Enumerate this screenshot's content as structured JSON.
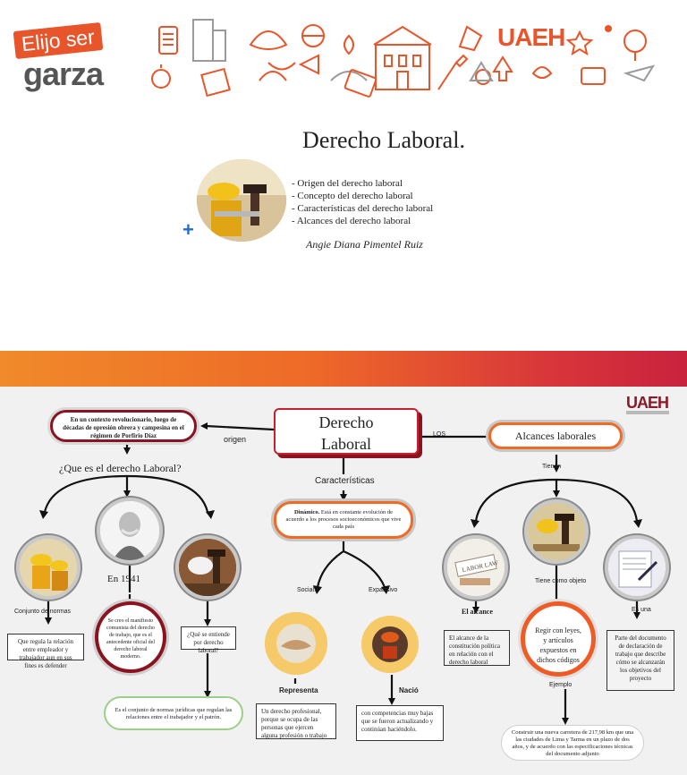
{
  "header": {
    "brand_line1": "Elijo ser",
    "brand_line2": "garza",
    "university_logo": "UAEH"
  },
  "cover": {
    "title": "Derecho Laboral.",
    "topics": [
      "- Origen del derecho laboral",
      "- Concepto del derecho laboral",
      "- Características del derecho laboral",
      "- Alcances del derecho laboral"
    ],
    "author": "Angie Diana Pimentel Ruiz",
    "plus_icon": "+"
  },
  "map": {
    "logo": "UAEH",
    "main_title_line1": "Derecho",
    "main_title_line2": "Laboral",
    "origin_box": "En un contexto revolucionario, luego de décadas de opresión obrera y campesina en el régimen de Porfirio Díaz",
    "origen_label": "origen",
    "los_label": "LOS",
    "alcances_box": "Alcances laborales",
    "question": "¿Que es el derecho Laboral?",
    "caracteristicas_label": "Características",
    "dinamico_bold": "Dinámico.",
    "dinamico_text": " Está en constante evolución de acuerdo a los procesos socioeconómicos que vive cada país",
    "tienen_label": "Tienen",
    "en1941": "En 1941",
    "conjunto_label": "Conjunto de normas",
    "conjunto_box": "Que regula la relación entre empleador y trabajador aun en sus fines es defender",
    "manifiesto_text": "Se creo el manifiesto comunista del derecho de trabajo, que es el antecedente oficial del derecho laboral moderno.",
    "que_se_entiende": "¿Qué se entiende por derecho laboral?",
    "definicion": "Es el conjunto de normas jurídicas que regulan las relaciones entre el trabajador y el patrón.",
    "social_label": "Social.",
    "expansivo_label": "Expansivo",
    "representa_label": "Representa",
    "nacio_label": "Nació",
    "representa_box": "Un derecho profesional, porque se ocupa de las personas que ejercen alguna profesión o trabajo",
    "nacio_box": "con competencias muy bajas que se fueron actualizando y continúan haciéndolo.",
    "el_alcance_label": "El alcance",
    "el_alcance_box": "El alcance de la constitución política en relación con el derecho laboral",
    "labor_law": "LABOR LAW",
    "tiene_objeto_label": "Tiene como objeto",
    "regir_text": "Regir con leyes, y artículos expuestos en dichos códigos",
    "es_una_label": "Es una",
    "es_una_box": "Parte del documento de declaración de trabajo que describe cómo se alcanzarán los objetivos del proyecto",
    "ejemplo_label": "Ejemplo",
    "ejemplo_box": "Construir una nueva carretera de 217,98 km que una las ciudades de Lima y Tarma en un plazo de dos años, y de acuerdo con las especificaciones técnicas del documento adjunto"
  },
  "colors": {
    "brand_orange": "#e8552a",
    "dark_red": "#8b1320",
    "orange_ring": "#f05a24",
    "yellow_node": "#f6c969",
    "map_bg": "#f1f1f1"
  }
}
